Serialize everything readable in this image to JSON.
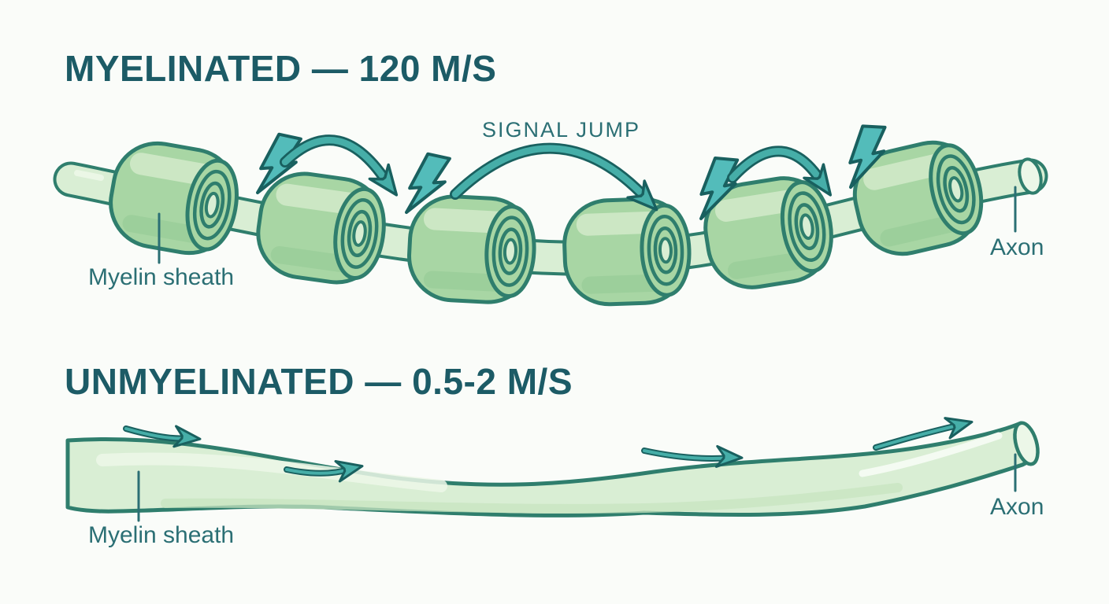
{
  "canvas": {
    "background": "#fafcf9"
  },
  "colors": {
    "canvas-bg": "#fafcf9",
    "title-text": "#1c5b66",
    "label-text": "#2b6f74",
    "outline": "#2f7e6d",
    "outline-dark": "#19605f",
    "sheath-fill": "#a8d6a4",
    "sheath-highlight": "#cfe9c8",
    "sheath-shade": "#90c791",
    "axon-fill": "#d9eed4",
    "axon-highlight": "#ecf7e8",
    "bolt-fill": "#53bcba",
    "arrow-fill": "#46aea8",
    "leader-line": "#2b6f74",
    "tube-streak": "#f4fbf2",
    "tube-shade": "#c7e4c0"
  },
  "myelinated": {
    "title": "MYELINATED — 120 M/S",
    "speed": "120 M/S",
    "signal_label": "SIGNAL JUMP",
    "sheath_label": "Myelin sheath",
    "axon_label": "Axon",
    "segment_count": 6,
    "node_bolt_count": 4,
    "jump_arc_count": 3
  },
  "unmyelinated": {
    "title": "UNMYELINATED — 0.5-2 M/S",
    "speed": "0.5-2 M/S",
    "sheath_label": "Myelin sheath",
    "axon_label": "Axon",
    "flow_arrow_count": 4
  }
}
